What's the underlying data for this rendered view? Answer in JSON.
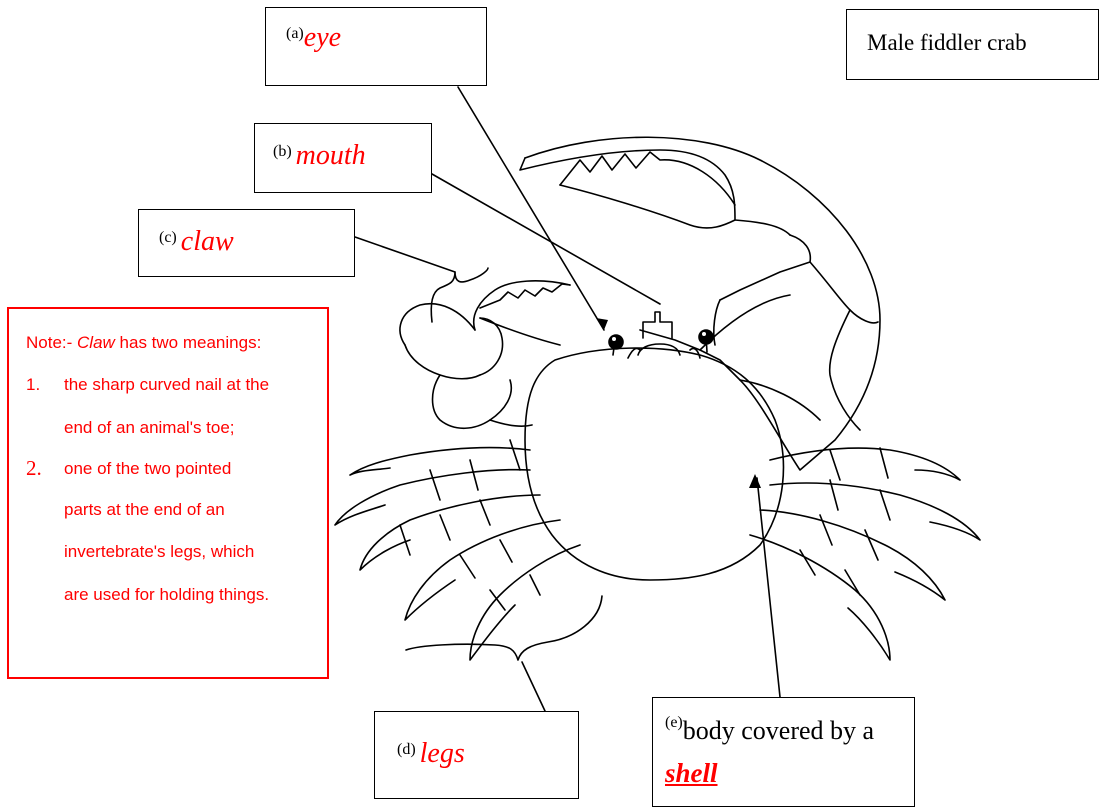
{
  "title": "Male fiddler crab",
  "labels": {
    "a": {
      "letter": "(a)",
      "answer": "eye"
    },
    "b": {
      "letter": "(b)",
      "answer": "mouth"
    },
    "c": {
      "letter": "(c)",
      "answer": "claw"
    },
    "d": {
      "letter": "(d)",
      "answer": "legs"
    },
    "e": {
      "letter": "(e)",
      "text": "body covered by a",
      "answer": "shell"
    }
  },
  "note": {
    "heading_prefix": "Note:- ",
    "heading_term": "Claw",
    "heading_suffix": " has two meanings:",
    "items": [
      {
        "num": "1.",
        "lines": [
          "the sharp curved nail at the",
          "end of an animal's toe;"
        ]
      },
      {
        "num": "2.",
        "lines": [
          "one of the two pointed",
          "parts at the end of an",
          "invertebrate's legs, which",
          "are used for holding things."
        ]
      }
    ]
  },
  "colors": {
    "answer": "#ff0000",
    "line": "#000000"
  }
}
